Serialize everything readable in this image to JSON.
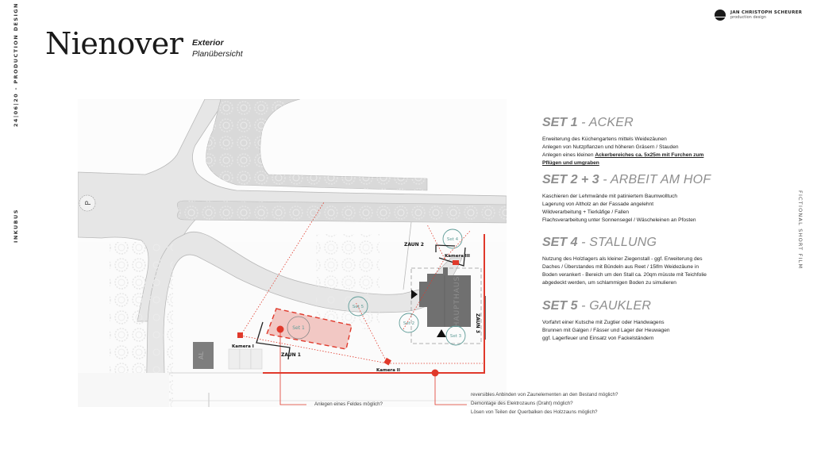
{
  "sidebar_left": {
    "date_label": "24|06|20 - PRODUCTION DESIGN",
    "project_label": "INKUBUS"
  },
  "sidebar_right": {
    "label": "FICTIONAL SHORT FILM"
  },
  "header": {
    "title": "Nienover",
    "subtitle_bold": "Exterior",
    "subtitle": "Planübersicht"
  },
  "brand": {
    "name": "JAN CHRISTOPH SCHEURER",
    "tagline": "production design"
  },
  "map": {
    "parking_label": "P",
    "building_main": "HAUPTHAUS",
    "building_small": "AL",
    "sets": [
      "Set 1",
      "Set 2",
      "Set 3",
      "Set 4",
      "Set 5"
    ],
    "fences": [
      "ZAUN 1",
      "ZAUN 2",
      "ZAUN 3"
    ],
    "cameras": [
      "Kamera I",
      "Kamera II",
      "Kamera III"
    ],
    "colors": {
      "accent_red": "#e0392b",
      "set_circle": "#5f9c98",
      "building": "#6e6e6e",
      "road": "#e4e4e4",
      "trees": "#d4d4d4"
    }
  },
  "sets": [
    {
      "number": "SET 1",
      "name": "ACKER",
      "lines": [
        "Erweiterung des Küchengartens mittels Weidezäunen",
        "Anlegen von Nutzpflanzen und höheren Gräsern / Stauden"
      ],
      "line3_prefix": "Anlegen eines kleinen ",
      "line3_emph": "Ackerbereiches ca. 5x25m mit Furchen zum",
      "line4_emph": "Pflügen und umgraben"
    },
    {
      "number": "SET 2 + 3",
      "name": "ARBEIT AM HOF",
      "lines": [
        "Kaschieren der Lehmwände mit patiniertem Baumwolltuch",
        "Lagerung von Altholz an der Fassade angelehnt",
        "Wildverarbeitung + Tierkäfige / Fallen",
        "Flachsverarbeitung unter Sonnensegel / Wäscheleinen an Pfosten"
      ]
    },
    {
      "number": "SET 4",
      "name": "STALLUNG",
      "lines": [
        "Nutzung des Holzlagers als kleiner Ziegenstall - ggf. Erweiterung des",
        "Daches / Überstandes mit Bündeln aus Reet / 15lfm Weidezäune in",
        "Boden verankert - Bereich um den Stall ca. 20qm müsste mit Teichfolie",
        "abgedeckt werden, um schlammigen Boden zu simulieren"
      ]
    },
    {
      "number": "SET 5",
      "name": "GAUKLER",
      "lines": [
        "Vorfahrt einer Kutsche mit Zugtier oder Handwagens",
        "Brunnen mit Galgen / Fässer und Lager der Heuwagen",
        "ggf. Lagerfeuer und Einsatz von Fackelständern"
      ]
    }
  ],
  "notes": {
    "field": "Anlegen eines Feldes möglich?",
    "fence": [
      "reversibles Anbinden von Zaunelementen an den Bestand möglich?",
      "Demontage des Elektrozauns (Draht) möglich?",
      "Lösen von Teilen der Querbalken des Holzzauns möglich?"
    ]
  }
}
